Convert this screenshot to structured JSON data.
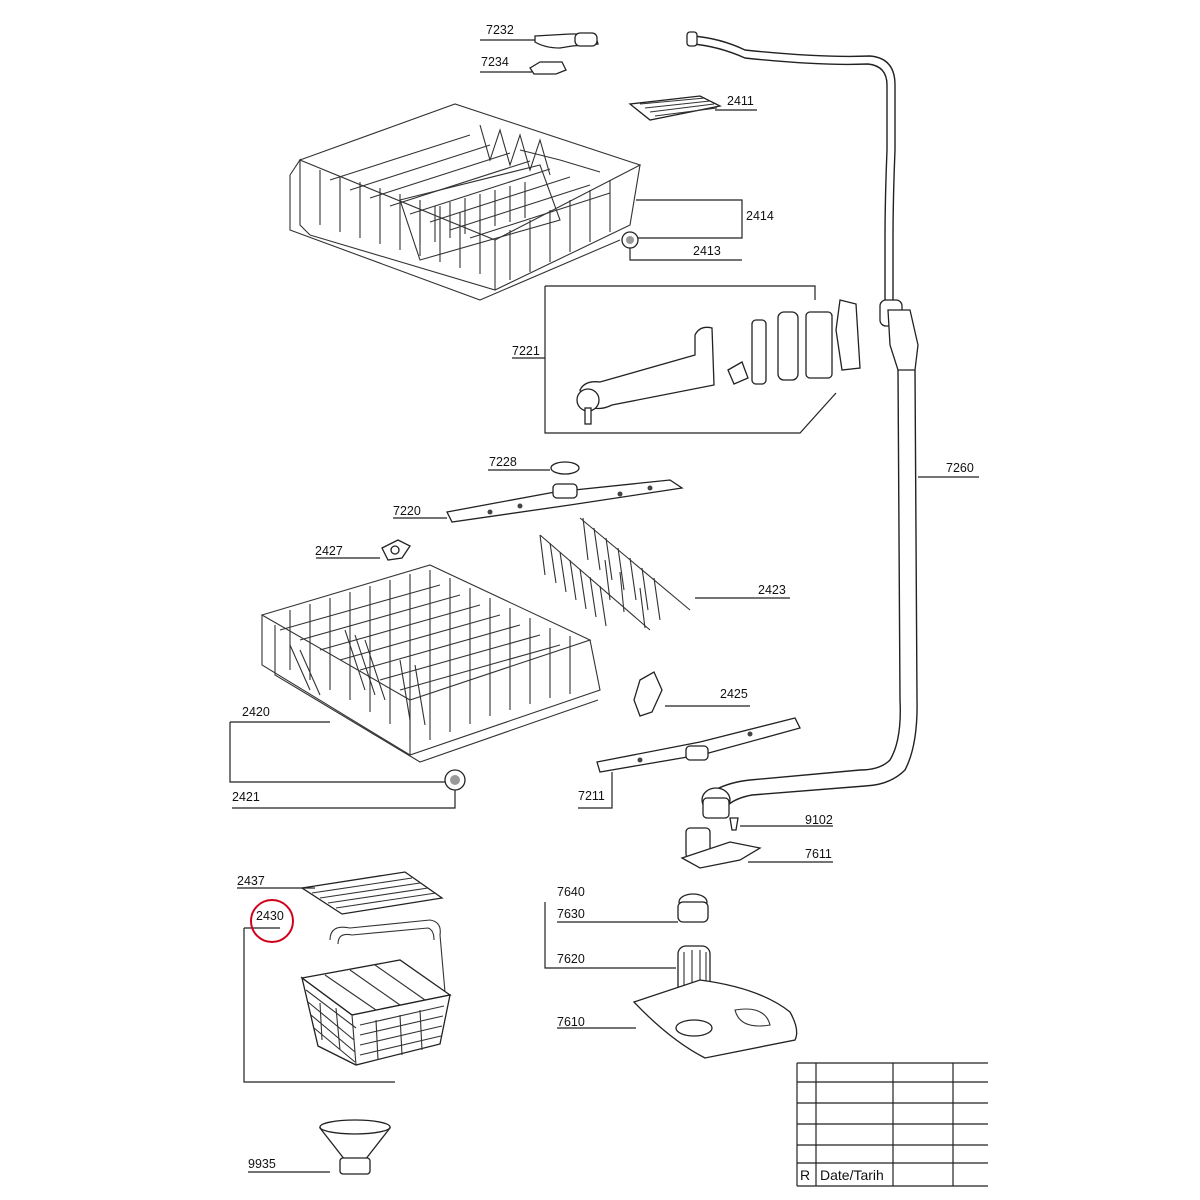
{
  "parts": {
    "p7232": "7232",
    "p7234": "7234",
    "p2411": "2411",
    "p2414": "2414",
    "p2413": "2413",
    "p7221": "7221",
    "p7260": "7260",
    "p7228": "7228",
    "p7220": "7220",
    "p2427": "2427",
    "p2423": "2423",
    "p2425": "2425",
    "p2420": "2420",
    "p7211": "7211",
    "p2421": "2421",
    "p9102": "9102",
    "p7611": "7611",
    "p2437": "2437",
    "p2430": "2430",
    "p7640": "7640",
    "p7630": "7630",
    "p7620": "7620",
    "p7610": "7610",
    "p9935": "9935"
  },
  "revision_table": {
    "r_label": "R",
    "date_label": "Date/Tarih"
  },
  "highlight": {
    "part": "2430",
    "color": "#d0021b"
  },
  "colors": {
    "line": "#222222",
    "gray_fill": "#d9d9d9"
  }
}
